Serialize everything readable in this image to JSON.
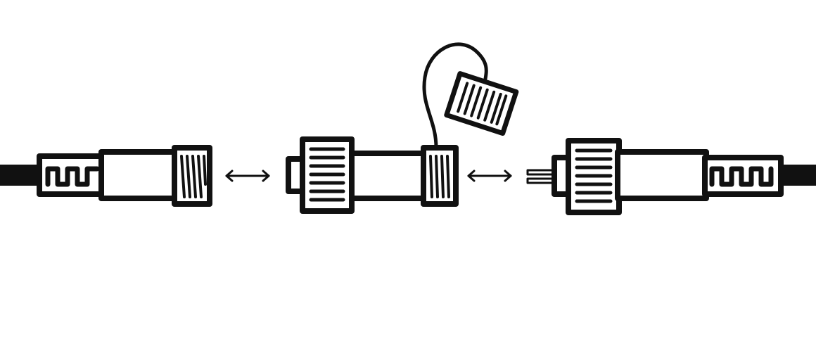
{
  "diagram": {
    "components": [
      {
        "name": "female-cable-connector",
        "icon": "female-connector-icon"
      },
      {
        "name": "extension-coupler-with-cap",
        "icon": "coupler-icon"
      },
      {
        "name": "male-cable-connector",
        "icon": "male-connector-icon"
      }
    ],
    "connections": [
      {
        "from": "female-cable-connector",
        "to": "extension-coupler-with-cap",
        "symbol": "double-arrow"
      },
      {
        "from": "extension-coupler-with-cap",
        "to": "male-cable-connector",
        "symbol": "double-arrow"
      }
    ],
    "colors": {
      "ink": "#111111",
      "background": "#ffffff"
    }
  }
}
